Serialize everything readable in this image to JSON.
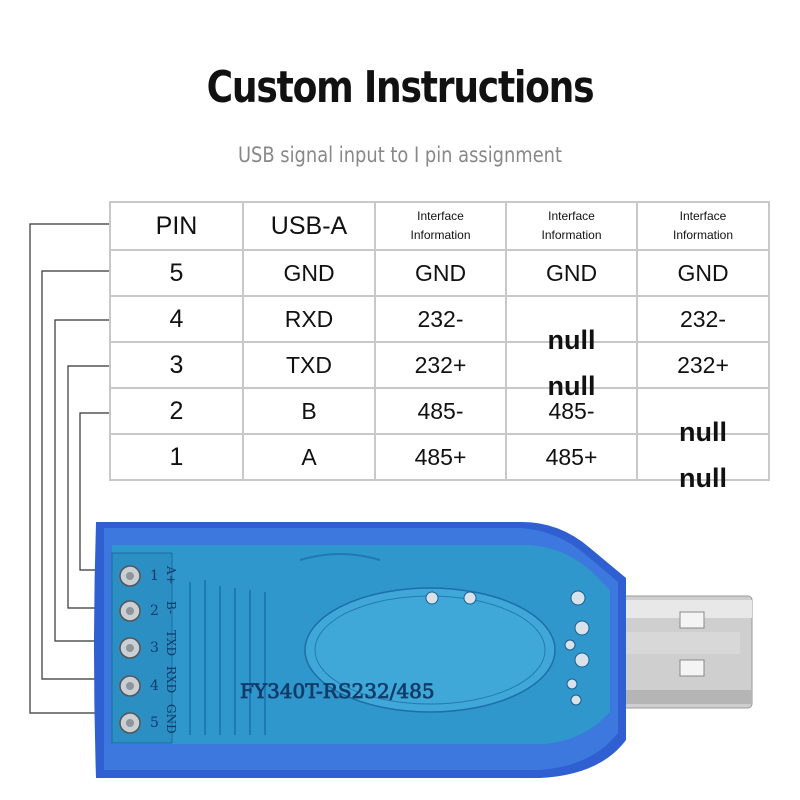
{
  "header": {
    "title": "Custom Instructions",
    "subtitle": "USB signal input to I pin assignment"
  },
  "table": {
    "header": {
      "pin": "PIN",
      "usb": "USB-A",
      "col3_line1": "Interface",
      "col3_line2": "Information",
      "col4_line1": "Interface",
      "col4_line2": "Information",
      "col5_line1": "Interface",
      "col5_line2": "Information"
    },
    "rows": [
      {
        "pin": "5",
        "usb": "GND",
        "c3": "GND",
        "c4": "GND",
        "c5": "GND"
      },
      {
        "pin": "4",
        "usb": "RXD",
        "c3": "232-",
        "c4": "null",
        "c5": "232-"
      },
      {
        "pin": "3",
        "usb": "TXD",
        "c3": "232+",
        "c4": "null",
        "c5": "232+"
      },
      {
        "pin": "2",
        "usb": "B",
        "c3": "485-",
        "c4": "485-",
        "c5": "null"
      },
      {
        "pin": "1",
        "usb": "A",
        "c3": "485+",
        "c4": "485+",
        "c5": "null"
      }
    ]
  },
  "board": {
    "model": "FY340T-RS232/485",
    "pin_numbers": [
      "1",
      "2",
      "3",
      "4",
      "5"
    ],
    "pin_labels": [
      "A+",
      "B-",
      "TXD",
      "RXD",
      "GND"
    ],
    "colors": {
      "pcb": "#2f97cc",
      "shell": "#2f5fd0",
      "connector": "#d6d6d6"
    }
  }
}
